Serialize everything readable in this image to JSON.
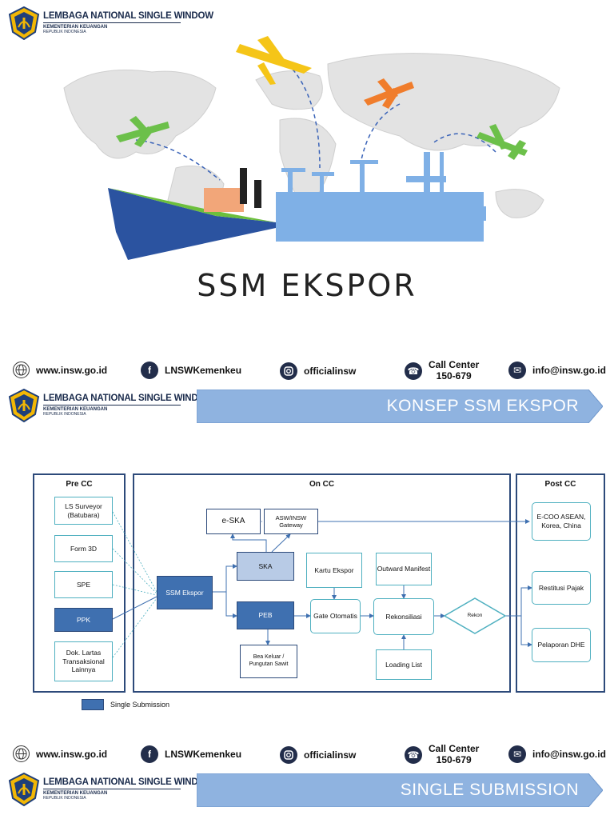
{
  "org": {
    "title": "LEMBAGA NATIONAL SINGLE WINDOW",
    "sub1": "KEMENTERIAN KEUANGAN",
    "sub2": "REPUBLIK INDONESIA"
  },
  "cover": {
    "title": "SSM EKSPOR"
  },
  "contacts": {
    "website": "www.insw.go.id",
    "facebook": "LNSWKemenkeu",
    "instagram": "officialinsw",
    "call_label": "Call Center",
    "call_number": "150-679",
    "email": "info@insw.go.id"
  },
  "banners": {
    "concept": "KONSEP SSM EKSPOR",
    "single": "SINGLE SUBMISSION"
  },
  "diagram": {
    "pre_cc": "Pre CC",
    "on_cc": "On CC",
    "post_cc": "Post CC",
    "ls_surveyor": "LS Surveyor (Batubara)",
    "form3d": "Form 3D",
    "spe": "SPE",
    "ppk": "PPK",
    "dok_lartas": "Dok. Lartas Transaksional Lainnya",
    "ssm_ekspor": "SSM Ekspor",
    "eska": "e-SKA",
    "asw_gateway": "ASW/INSW Gateway",
    "ska": "SKA",
    "peb": "PEB",
    "bea_keluar": "Bea Keluar / Pungutan Sawit",
    "kartu_ekspor": "Kartu Ekspor",
    "gate_otomatis": "Gate Otomatis",
    "outward_manifest": "Outward Manifest",
    "rekonsiliasi": "Rekonsiliasi",
    "loading_list": "Loading List",
    "rekon": "Rekon",
    "ecoo": "E-COO ASEAN, Korea, China",
    "restitusi": "Restitusi Pajak",
    "pelaporan": "Pelaporan DHE",
    "legend": "Single Submission"
  },
  "colors": {
    "navy": "#2d4a7a",
    "teal": "#4fb0c0",
    "banner_blue": "#8fb3e0",
    "box_dark": "#3f70b0",
    "box_light": "#b8cbe6"
  }
}
